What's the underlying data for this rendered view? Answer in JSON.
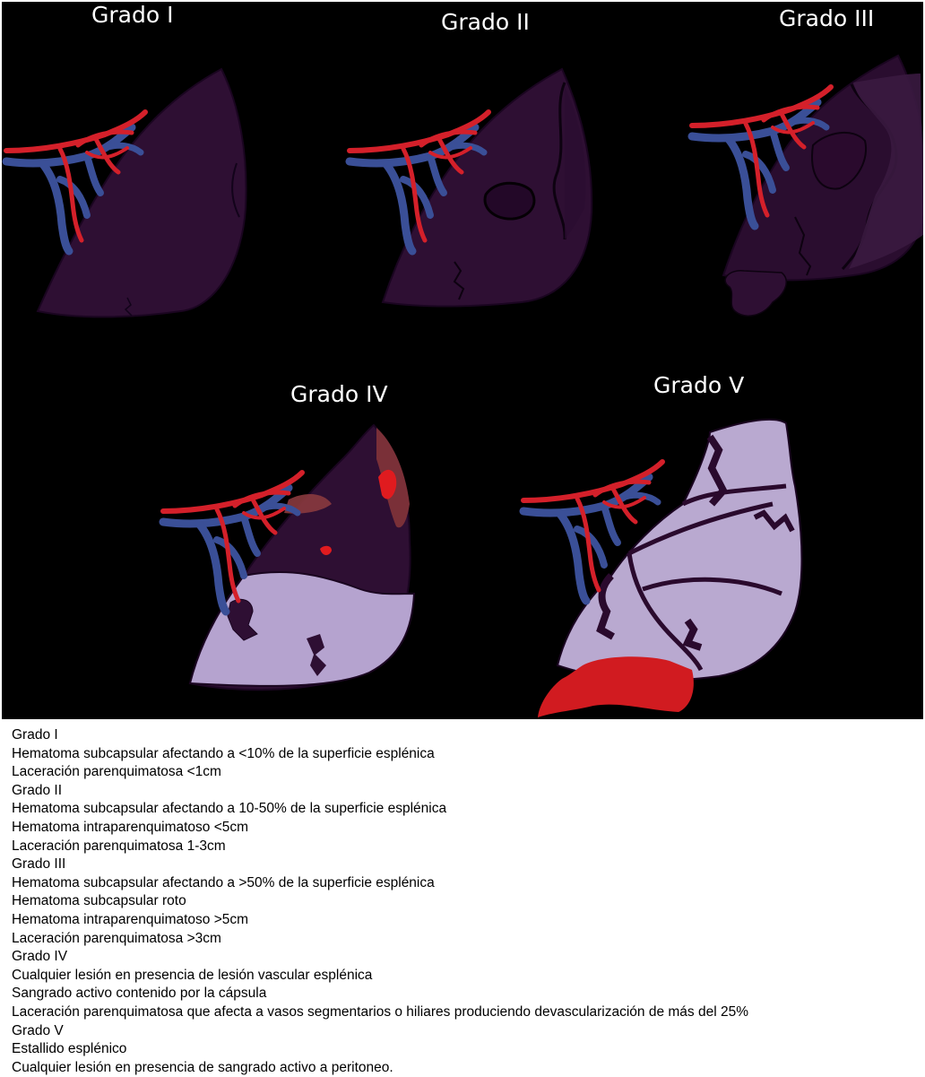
{
  "colors": {
    "background": "#000000",
    "spleen_dark": "#2e0f33",
    "spleen_outline": "#1a0520",
    "spleen_light": "#b9a9d0",
    "artery": "#d4202a",
    "vein": "#3a4f97",
    "lesion_dark": "#3a1240"
  },
  "panels": [
    {
      "title": "Grado I"
    },
    {
      "title": "Grado II"
    },
    {
      "title": "Grado III"
    },
    {
      "title": "Grado IV"
    },
    {
      "title": "Grado V"
    }
  ],
  "legend": [
    "Grado I",
    "Hematoma subcapsular afectando a <10% de la superficie esplénica",
    "Laceración parenquimatosa <1cm",
    "Grado II",
    "Hematoma subcapsular afectando a 10-50% de la superficie esplénica",
    "Hematoma intraparenquimatoso <5cm",
    "Laceración parenquimatosa 1-3cm",
    "Grado III",
    "Hematoma subcapsular afectando a >50% de la superficie esplénica",
    "Hematoma subcapsular roto",
    "Hematoma intraparenquimatoso >5cm",
    "Laceración parenquimatosa >3cm",
    "Grado IV",
    "Cualquier lesión en presencia de lesión vascular esplénica",
    "Sangrado activo contenido por la cápsula",
    "Laceración parenquimatosa que afecta a vasos segmentarios o hiliares produciendo devascularización de más del 25%",
    "Grado V",
    "Estallido esplénico",
    "Cualquier lesión en presencia de sangrado activo a peritoneo."
  ]
}
